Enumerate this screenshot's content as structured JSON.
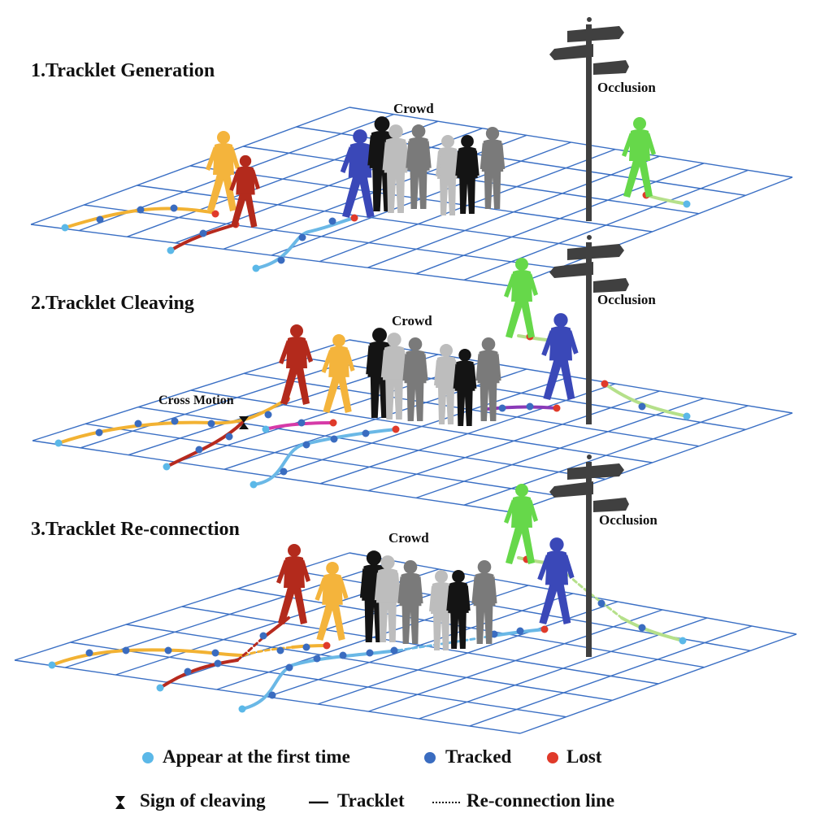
{
  "panels": [
    {
      "title": "1.Tracklet Generation",
      "crowd_label": "Crowd",
      "occlusion_label": "Occlusion"
    },
    {
      "title": "2.Tracklet Cleaving",
      "crowd_label": "Crowd",
      "occlusion_label": "Occlusion",
      "cross_motion_label": "Cross Motion"
    },
    {
      "title": "3.Tracklet Re-connection",
      "crowd_label": "Crowd",
      "occlusion_label": "Occlusion"
    }
  ],
  "legend": {
    "appear_label": "Appear at the first time",
    "tracked_label": "Tracked",
    "lost_label": "Lost",
    "cleave_label": "Sign of cleaving",
    "tracklet_label": "Tracklet",
    "reconnect_label": "Re-connection line"
  },
  "colors": {
    "grid": "#3a6fc4",
    "appear": "#5bb8e8",
    "tracked": "#3a6cc0",
    "lost": "#e03a2a",
    "yellow_track": "#f2b233",
    "red_track": "#b72a1e",
    "blue_track": "#6ab8e6",
    "green_track": "#b5e08a",
    "magenta_track": "#d63aa8",
    "purple_track": "#8a3ab8",
    "person_yellow": "#f4b43c",
    "person_red": "#b32a1c",
    "person_blue": "#3a48b8",
    "person_green": "#66d84a",
    "person_black": "#141414",
    "person_gray": "#7a7a7a",
    "person_light": "#bdbdbd",
    "post": "#404040"
  }
}
